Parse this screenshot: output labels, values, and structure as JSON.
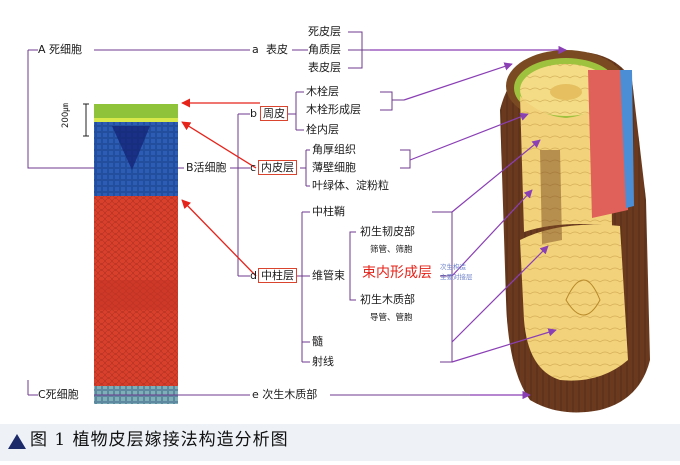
{
  "labels": {
    "a_dead": "A 死细胞",
    "b_live": "B活细胞",
    "c_dead": "C死细胞",
    "scale": "200㎛",
    "a_epi": "a",
    "epi": "表皮",
    "b_letter": "b",
    "peri": "周皮",
    "c_letter": "c",
    "endo": "内皮层",
    "d_letter": "d",
    "stele": "中柱层",
    "e_sec": "e  次生木质部",
    "epi_sub": [
      "死皮层",
      "角质层",
      "表皮层"
    ],
    "peri_sub": [
      "木栓层",
      "木栓形成层",
      "栓内层"
    ],
    "endo_sub": [
      "角厚组织",
      "薄壁细胞",
      "叶绿体、淀粉粒"
    ],
    "stele_sheath": "中柱鞘",
    "vascular": "维管束",
    "primary_phloem": "初生韧皮部",
    "phloem_detail": "筛管、筛胞",
    "cambium": "束内形成层",
    "cambium_note1": "次生构造",
    "cambium_note2": "主要对接层",
    "primary_xylem": "初生木质部",
    "xylem_detail": "导管、管胞",
    "pith": "髓",
    "ray": "射线"
  },
  "caption": "图 1  植物皮层嫁接法构造分析图",
  "icons": {
    "caption_marker": "triangle-icon"
  },
  "colors": {
    "connector": "#6e3a8c",
    "red_arrow": "#e5231a",
    "purple_arrow": "#8a3fb5",
    "epidermis_green": "#8fc43a",
    "live_blue": "#2c5db5",
    "xylem_red": "#d8402c",
    "wood_yellow": "#f2d27a",
    "bark_brown": "#6b3a1e"
  }
}
